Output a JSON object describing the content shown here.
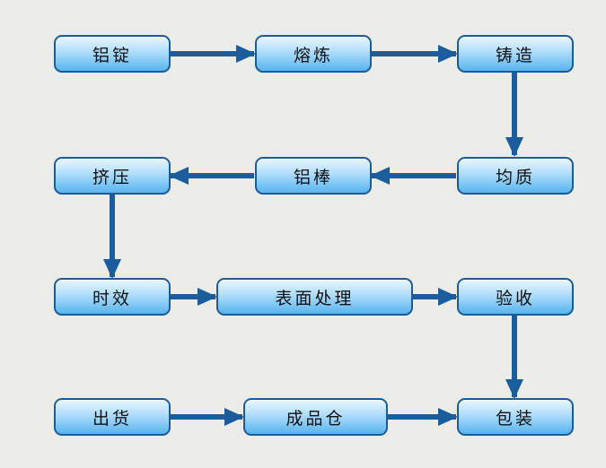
{
  "diagram": {
    "colors": {
      "arrow": "#1b5d9c",
      "node_border": "#1b5b99",
      "node_fill": "#7cc6f3",
      "background": "#ebebe7"
    },
    "nodes": {
      "ingot": "铝锭",
      "smelting": "熔炼",
      "casting": "铸造",
      "homogenizing": "均质",
      "rod": "铝棒",
      "extrusion": "挤压",
      "aging": "时效",
      "surface_treatment": "表面处理",
      "inspection": "验收",
      "packaging": "包装",
      "warehouse": "成品仓",
      "shipping": "出货"
    }
  }
}
